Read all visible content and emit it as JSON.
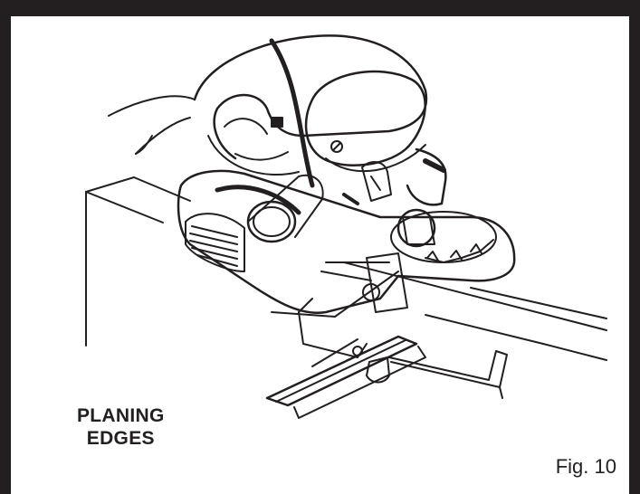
{
  "caption": {
    "line1": "PLANING",
    "line2": "EDGES"
  },
  "figure_label": "Fig. 10",
  "colors": {
    "ink": "#231f20",
    "paper": "#ffffff"
  },
  "icons": {
    "illustration": "hand-planer-with-edge-guide-drawing"
  }
}
